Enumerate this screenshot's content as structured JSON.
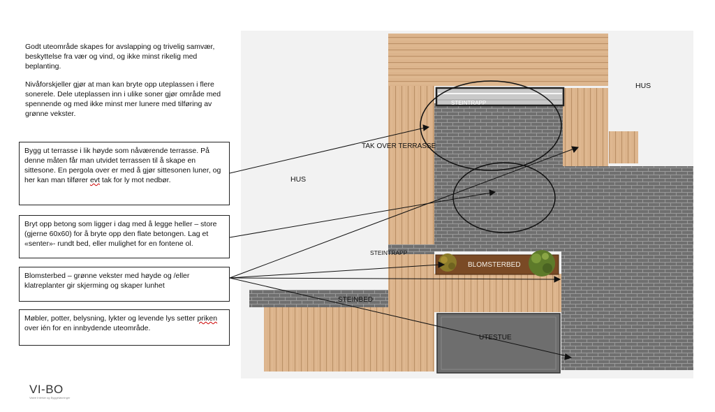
{
  "intro": {
    "p1": "Godt uteområde skapes for avslapping og trivelig samvær, beskyttelse fra vær og vind, og ikke minst rikelig med beplanting.",
    "p2": "Nivåforskjeller gjør at man kan bryte opp uteplassen i flere sonerele. Dele uteplassen inn i ulike soner gjør område med spennende og med ikke minst mer lunere med tilføring av grønne vekster."
  },
  "notes": [
    {
      "pre": "Bygg ut terrasse i lik høyde som nåværende terrasse. På denne måten får man utvidet terrassen til å skape en sittesone. En pergola over er med å gjør sittesonen luner, og her kan man tilfører ",
      "sq": "evt",
      "post": " tak for ly mot nedbør."
    },
    {
      "pre": "Bryt opp betong som ligger i dag med å legge heller – store (gjerne 60x60) for å bryte opp den flate betongen. Lag et «senter»- rundt bed, eller mulighet for en fontene ol.",
      "sq": "",
      "post": ""
    },
    {
      "pre": "Blomsterbed – grønne vekster med høyde og /eller klatreplanter gir skjerming og skaper lunhet",
      "sq": "",
      "post": ""
    },
    {
      "pre": "Møbler, potter, belysning, lykter og levende lys setter ",
      "sq": "priken",
      "post": " over ién for en innbydende uteområde."
    }
  ],
  "labels": {
    "hus_right": "HUS",
    "hus_left": "HUS",
    "steintrapp_top": "STEINTRAPP",
    "tak": "TAK OVER TERRASSE",
    "steintrapp_mid": "STEINTRAPP",
    "blomsterbed": "BLOMSTERBED",
    "steinbed": "STEINBED",
    "utestue": "UTESTUE"
  },
  "logo": {
    "main": "VI-BO",
    "sub": "Vakre Interiør og Byggeløsninger"
  },
  "colors": {
    "wood": "#dcb48c",
    "stone": "#6f6f6f",
    "ground": "#f2f2f2",
    "glass": "#6e6e6e",
    "planter": "#7a4a25",
    "plant": "#5d7a2a"
  }
}
